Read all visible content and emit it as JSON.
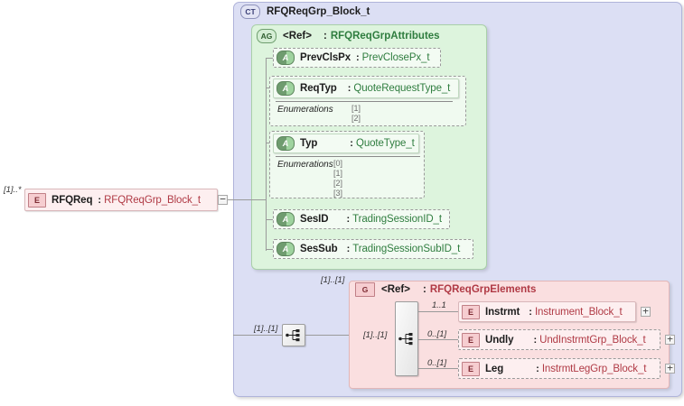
{
  "diagram": {
    "title": "RFQReqGrp_Block_t",
    "root_element": {
      "icon": "E",
      "name": "RFQReq",
      "separator": ":",
      "type": "RFQReqGrp_Block_t",
      "cardinality": "[1]..*",
      "expander": "−"
    },
    "complex_type": {
      "icon": "CT",
      "name": "RFQReqGrp_Block_t"
    },
    "attribute_group": {
      "icon": "AG",
      "ref_label": "<Ref>",
      "separator": ":",
      "type": "RFQReqGrpAttributes",
      "attributes": [
        {
          "icon": "A",
          "name": "PrevClsPx",
          "separator": ":",
          "type": "PrevClosePx_t",
          "enumerations": null
        },
        {
          "icon": "A",
          "name": "ReqTyp",
          "separator": ":",
          "type": "QuoteRequestType_t",
          "enumerations": {
            "label": "Enumerations",
            "values": [
              "[1]",
              "[2]"
            ]
          }
        },
        {
          "icon": "A",
          "name": "Typ",
          "separator": ":",
          "type": "QuoteType_t",
          "enumerations": {
            "label": "Enumerations",
            "values": [
              "[0]",
              "[1]",
              "[2]",
              "[3]"
            ]
          }
        },
        {
          "icon": "A",
          "name": "SesID",
          "separator": ":",
          "type": "TradingSessionID_t",
          "enumerations": null
        },
        {
          "icon": "A",
          "name": "SesSub",
          "separator": ":",
          "type": "TradingSessionSubID_t",
          "enumerations": null
        }
      ]
    },
    "model_group": {
      "icon": "G",
      "ref_label": "<Ref>",
      "separator": ":",
      "type": "RFQReqGrpElements",
      "cardinality": "[1]..[1]",
      "sequence_cardinality": "[1]..[1]",
      "elements": [
        {
          "icon": "E",
          "name": "Instrmt",
          "separator": ":",
          "type": "Instrument_Block_t",
          "cardinality": "1..1",
          "dashed": false,
          "expander": "+"
        },
        {
          "icon": "E",
          "name": "Undly",
          "separator": ":",
          "type": "UndInstrmtGrp_Block_t",
          "cardinality": "0..[1]",
          "dashed": true,
          "expander": "+"
        },
        {
          "icon": "E",
          "name": "Leg",
          "separator": ":",
          "type": "InstrmtLegGrp_Block_t",
          "cardinality": "0..[1]",
          "dashed": true,
          "expander": "+"
        }
      ]
    },
    "outer_sequence_cardinality": "[1]..[1]",
    "icons": {
      "sequence": "sequence-compositor-icon"
    },
    "colors": {
      "element_accent": "#b03a45",
      "attribute_accent": "#2f7d3f",
      "complextype_panel": "#dcdff4",
      "attributegroup_panel": "#ddf4dd",
      "group_panel": "#fadfe0"
    }
  }
}
